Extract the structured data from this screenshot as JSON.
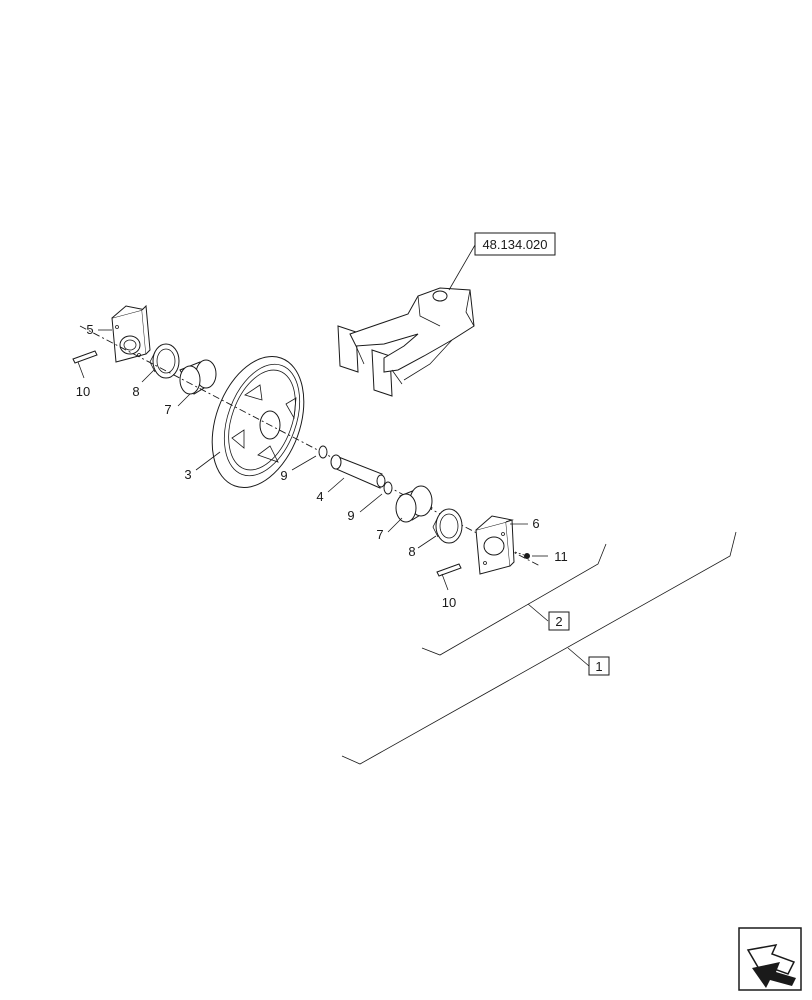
{
  "diagram": {
    "reference_box": "48.134.020",
    "callouts": {
      "c5": "5",
      "c10a": "10",
      "c8a": "8",
      "c7a": "7",
      "c3": "3",
      "c9a": "9",
      "c4": "4",
      "c9b": "9",
      "c7b": "7",
      "c8b": "8",
      "c6": "6",
      "c11": "11",
      "c10b": "10"
    },
    "boxed_callouts": {
      "b2": "2",
      "b1": "1"
    },
    "nav_icon": "next-page-arrow-icon"
  }
}
